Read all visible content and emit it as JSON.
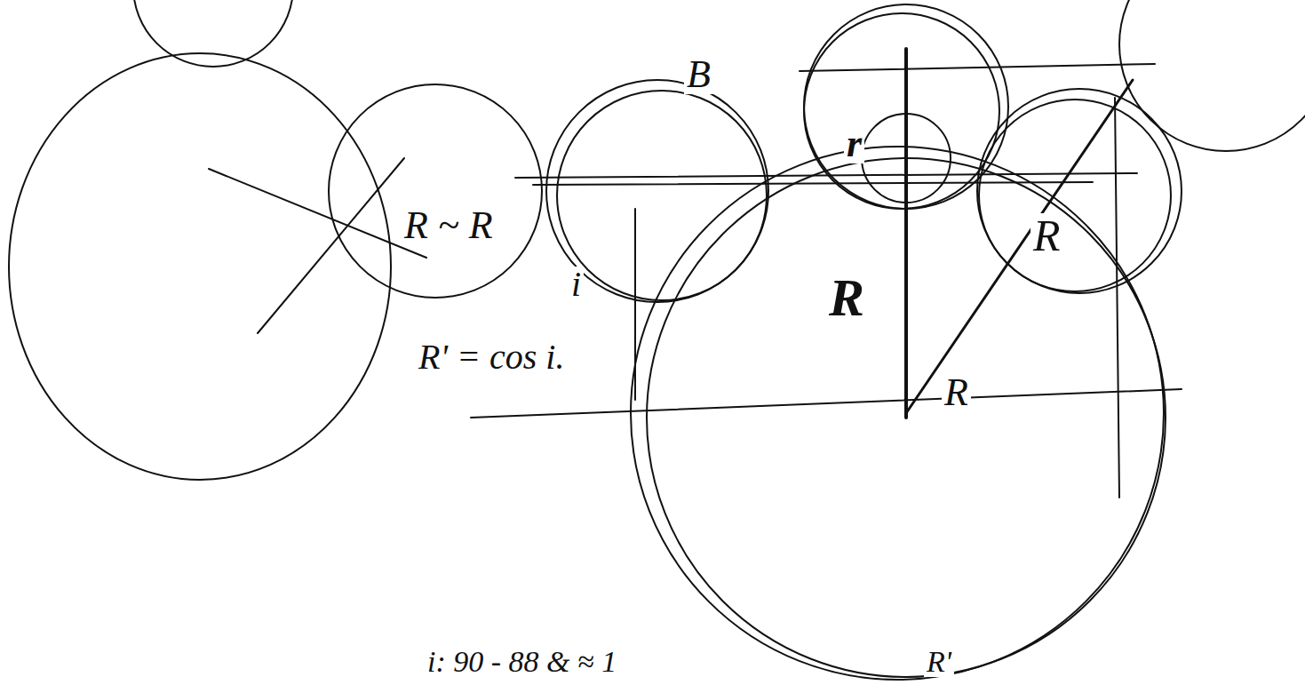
{
  "diagram": {
    "labels": [
      "R ~ R",
      "R' = cos i.",
      "i: 90 - 88 & ≈ 1",
      "R'",
      "B",
      "r",
      "R",
      "R",
      "R",
      "i"
    ]
  }
}
